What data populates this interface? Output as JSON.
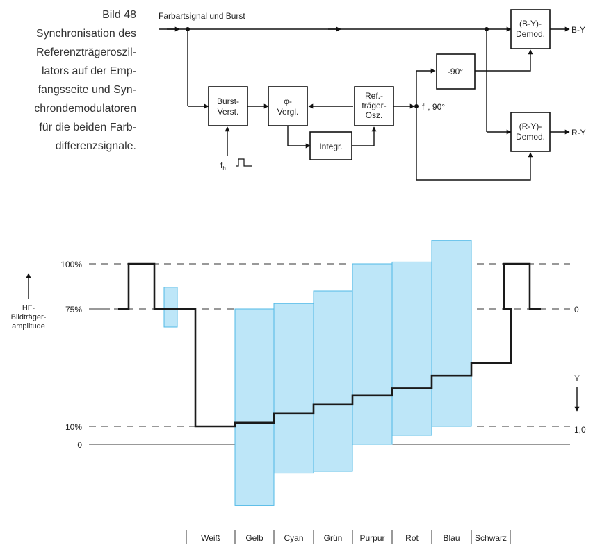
{
  "caption": {
    "figure_number": "Bild 48",
    "lines": [
      "Synchronisation des",
      "Referenzträgeroszil-",
      "lators auf der Emp-",
      "fangsseite und Syn-",
      "chrondemodulatoren",
      "für die beiden Farb-",
      "differenzsignale."
    ]
  },
  "block_diagram": {
    "input_label": "Farbartsignal und Burst",
    "blocks": {
      "burst_amp": [
        "Burst-",
        "Verst."
      ],
      "phase_comp": [
        "φ-",
        "Vergl."
      ],
      "ref_osc": [
        "Ref.-",
        "träger-",
        "Osz."
      ],
      "integrator": [
        "Integr."
      ],
      "phase_shift": [
        "-90°"
      ],
      "by_demod": [
        "(B-Y)-",
        "Demod."
      ],
      "ry_demod": [
        "(R-Y)-",
        "Demod."
      ]
    },
    "output_by": "B-Y",
    "output_ry": "R-Y",
    "osc_output_label": ", 90°",
    "osc_freq_symbol": "f",
    "osc_freq_sub": "F",
    "hpulse_symbol": "f",
    "hpulse_sub": "h"
  },
  "chart_data": {
    "type": "step",
    "ylabel_lines": [
      "HF-",
      "Bildträger-",
      "amplitude"
    ],
    "left_ticks": [
      "100%",
      "75%",
      "10%",
      "0"
    ],
    "right_axis_label": "Y",
    "right_ticks": [
      "0",
      "1,0"
    ],
    "categories": [
      "Weiß",
      "Gelb",
      "Cyan",
      "Grün",
      "Purpur",
      "Rot",
      "Blau",
      "Schwarz"
    ],
    "luminance_levels": [
      10,
      12,
      17,
      22,
      27,
      31,
      38,
      45,
      75
    ],
    "carrier_envelope": [
      {
        "category": "Gelb",
        "max": 75,
        "min": -34
      },
      {
        "category": "Cyan",
        "max": 78,
        "min": -16
      },
      {
        "category": "Grün",
        "max": 85,
        "min": -15
      },
      {
        "category": "Purpur",
        "max": 100,
        "min": 0
      },
      {
        "category": "Rot",
        "max": 101,
        "min": 5
      },
      {
        "category": "Blau",
        "max": 113,
        "min": 10
      }
    ],
    "burst": {
      "max": 87,
      "min": 65
    },
    "colors": {
      "fill": "#bde6f8",
      "stroke": "#4fb8e6",
      "signal": "#1a1a1a",
      "grid": "#333333"
    }
  }
}
